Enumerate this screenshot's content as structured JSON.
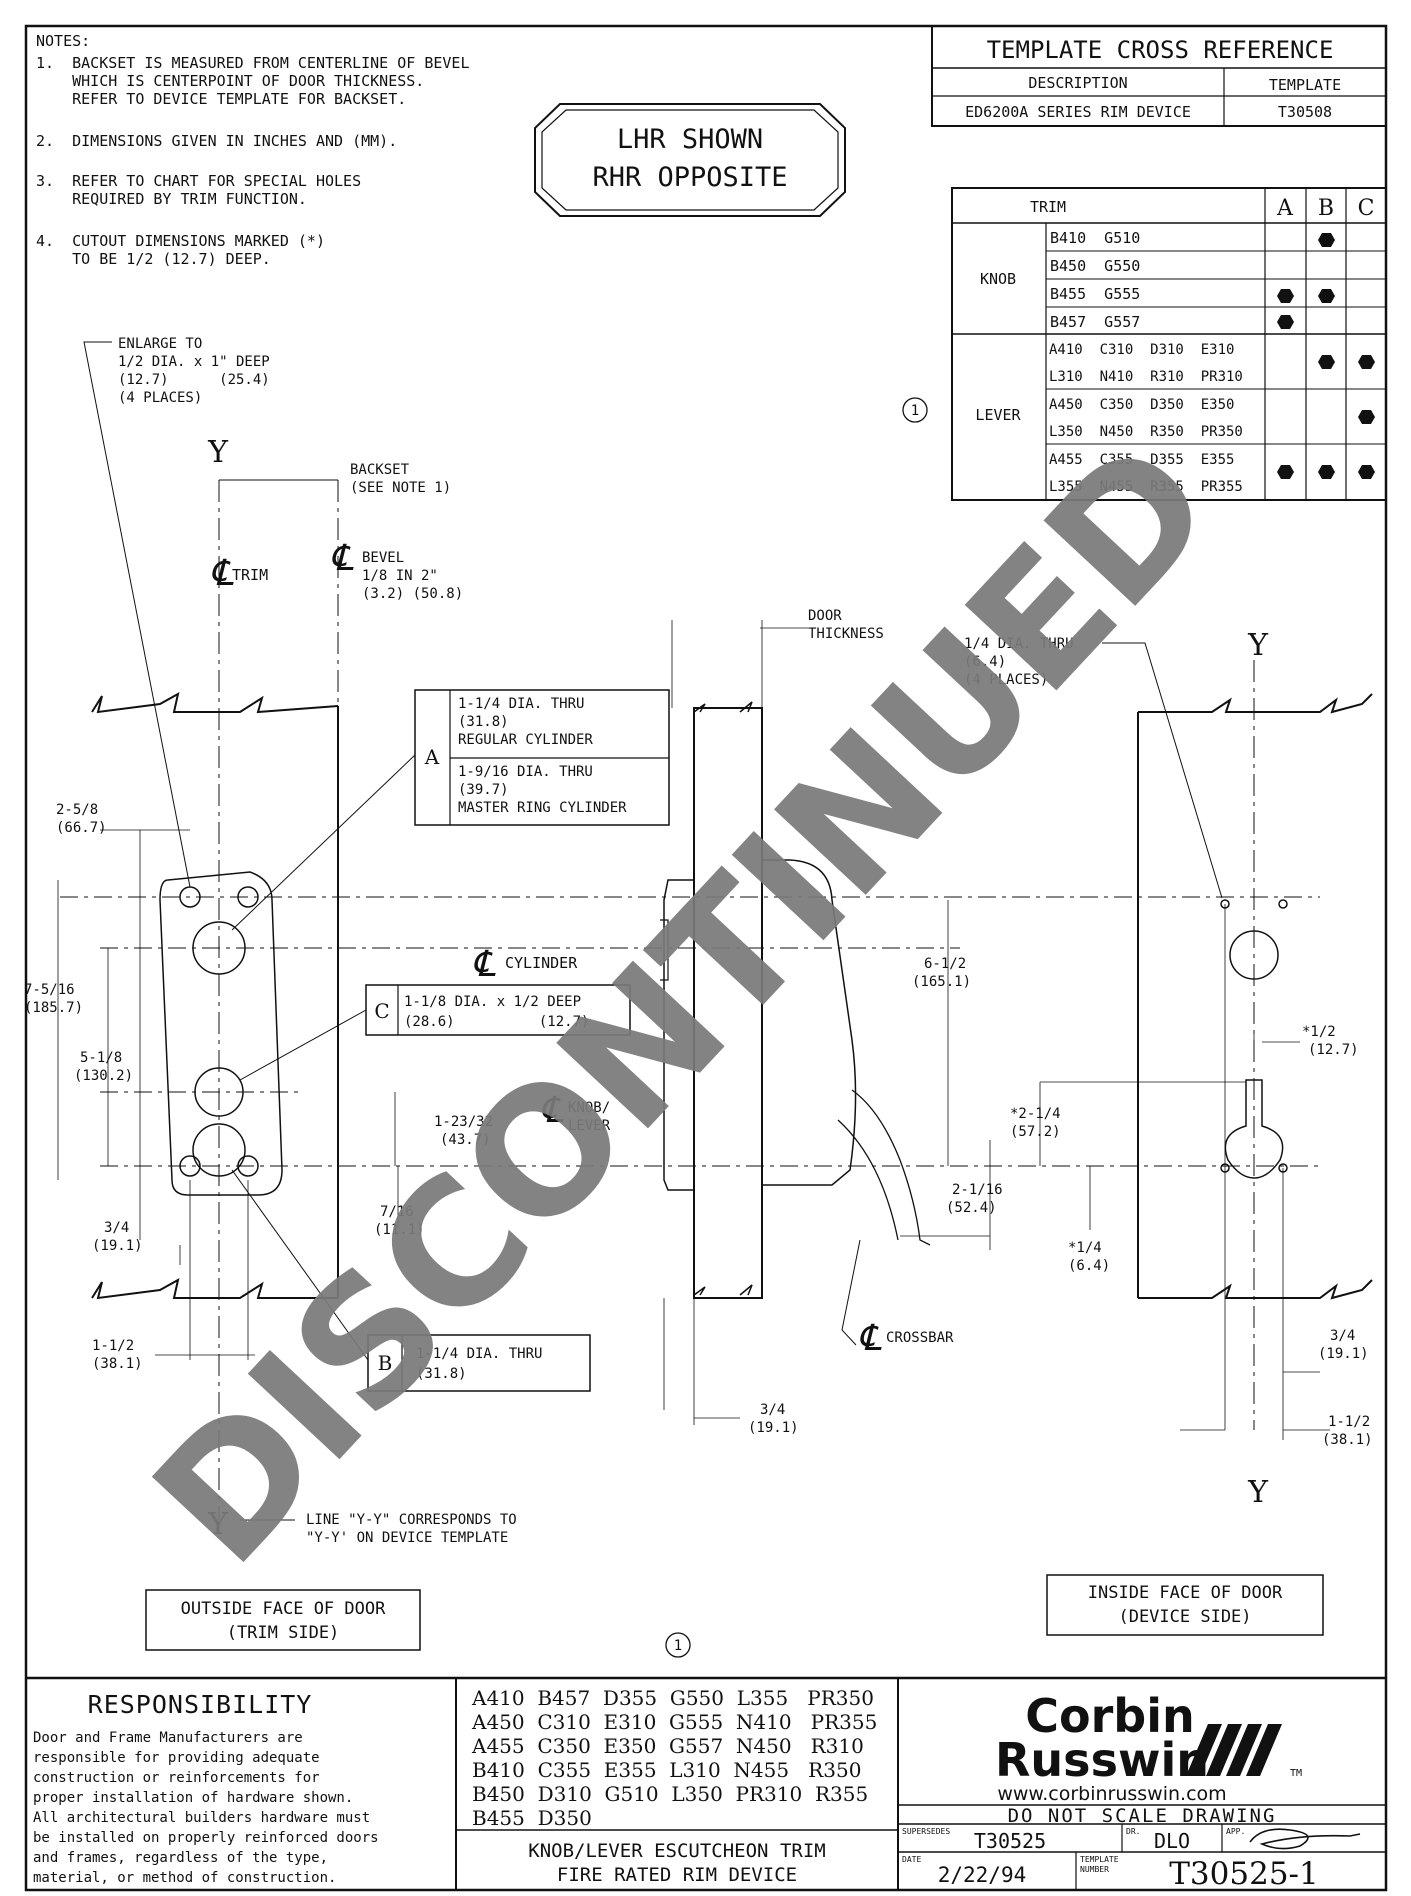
{
  "notes": {
    "header": "NOTES:",
    "lines": [
      "1.  BACKSET IS MEASURED FROM CENTERLINE OF BEVEL",
      "    WHICH IS CENTERPOINT OF DOOR THICKNESS.",
      "    REFER TO DEVICE TEMPLATE FOR BACKSET.",
      "2.  DIMENSIONS GIVEN IN INCHES AND (MM).",
      "3.  REFER TO CHART FOR SPECIAL HOLES",
      "    REQUIRED BY TRIM FUNCTION.",
      "4.  CUTOUT DIMENSIONS MARKED (*)",
      "    TO BE 1/2 (12.7) DEEP."
    ]
  },
  "hand_badge": {
    "line1": "LHR SHOWN",
    "line2": "RHR OPPOSITE"
  },
  "cross_reference": {
    "title": "TEMPLATE CROSS REFERENCE",
    "col_description": "DESCRIPTION",
    "col_template": "TEMPLATE",
    "row_description": "ED6200A SERIES RIM DEVICE",
    "row_template": "T30508"
  },
  "trim_table": {
    "header_trim": "TRIM",
    "col_a": "A",
    "col_b": "B",
    "col_c": "C",
    "knob_label": "KNOB",
    "lever_label": "LEVER",
    "knob_rows": [
      "B410  G510",
      "B450  G550",
      "B455  G555",
      "B457  G557"
    ],
    "lever_rows": [
      "A410  C310  D310  E310",
      "L310  N410  R310  PR310",
      "A450  C350  D350  E350",
      "L350  N450  R350  PR350",
      "A455  C355  D355  E355",
      "L355  N455  R355  PR355"
    ]
  },
  "revision_marker": "1",
  "drawing_labels": {
    "enlarge": [
      "ENLARGE TO",
      "1/2 DIA. x 1\" DEEP",
      "(12.7)      (25.4)",
      "(4 PLACES)"
    ],
    "y_axis": "Y",
    "backset": [
      "BACKSET",
      "(SEE NOTE 1)"
    ],
    "cl_trim": "TRIM",
    "bevel": [
      "BEVEL",
      "1/8 IN 2\"",
      "(3.2) (50.8)"
    ],
    "door_thickness": [
      "DOOR",
      "THICKNESS"
    ],
    "quarter_dia": [
      "1/4 DIA. THRU",
      "(6.4)",
      "(4 PLACES)"
    ],
    "callout_a_letter": "A",
    "callout_a_1": [
      "1-1/4 DIA. THRU",
      "(31.8)",
      "REGULAR CYLINDER"
    ],
    "callout_a_2": [
      "1-9/16 DIA. THRU",
      "(39.7)",
      "MASTER RING CYLINDER"
    ],
    "callout_b_letter": "B",
    "callout_b": [
      "1-1/4 DIA. THRU",
      "(31.8)"
    ],
    "callout_c_letter": "C",
    "callout_c": [
      "1-1/8 DIA. x 1/2 DEEP",
      "(28.6)          (12.7)"
    ],
    "dim_2_5_8": [
      "2-5/8",
      "(66.7)"
    ],
    "dim_7_5_16": [
      "7-5/16",
      "(185.7)"
    ],
    "dim_5_1_8": [
      "5-1/8",
      "(130.2)"
    ],
    "dim_1_23_32": [
      "1-23/32",
      "(43.7)"
    ],
    "dim_7_16": [
      "7/16",
      "(11.1)"
    ],
    "dim_3_4_left": [
      "3/4",
      "(19.1)"
    ],
    "dim_1_1_2_left": [
      "1-1/2",
      "(38.1)"
    ],
    "cl_cylinder": "CYLINDER",
    "cl_knob": [
      "KNOB/",
      "LEVER"
    ],
    "dim_6_1_2": [
      "6-1/2",
      "(165.1)"
    ],
    "dim_2_1_16": [
      "2-1/16",
      "(52.4)"
    ],
    "cl_crossbar": "CROSSBAR",
    "dim_3_4_mid": [
      "3/4",
      "(19.1)"
    ],
    "dim_half": [
      "*1/2",
      "(12.7)"
    ],
    "dim_2_1_4": [
      "*2-1/4",
      "(57.2)"
    ],
    "dim_1_4": [
      "*1/4",
      "(6.4)"
    ],
    "dim_3_4_right": [
      "3/4",
      "(19.1)"
    ],
    "dim_1_1_2_right": [
      "1-1/2",
      "(38.1)"
    ],
    "line_yy": [
      "LINE \"Y-Y\" CORRESPONDS TO",
      "\"Y-Y' ON DEVICE TEMPLATE"
    ],
    "outside_face": [
      "OUTSIDE FACE OF DOOR",
      "(TRIM SIDE)"
    ],
    "inside_face": [
      "INSIDE FACE OF DOOR",
      "(DEVICE SIDE)"
    ]
  },
  "watermark": "DISCONTINUED",
  "responsibility": {
    "title": "RESPONSIBILITY",
    "lines": [
      "Door and Frame Manufacturers are",
      "responsible for providing adequate",
      "construction or reinforcements for",
      "proper installation of hardware shown.",
      "All architectural builders hardware must",
      "be installed on properly reinforced doors",
      "and frames, regardless of the type,",
      "material, or method of construction."
    ]
  },
  "model_list": [
    "A410  B457  D355  G550  L355   PR350",
    "A450  C310  E310  G555  N410   PR355",
    "A455  C350  E350  G557  N450   R310",
    "B410  C355  E355  L310  N455   R350",
    "B450  D310  G510  L350  PR310  R355",
    "B455  D350"
  ],
  "product_title": [
    "KNOB/LEVER ESCUTCHEON TRIM",
    "FIRE RATED RIM DEVICE"
  ],
  "brand": {
    "line1": "Corbin",
    "line2": "Russwin",
    "tm": "TM",
    "url": "www.corbinrusswin.com"
  },
  "title_block": {
    "do_not_scale": "DO NOT SCALE DRAWING",
    "supersedes_label": "SUPERSEDES",
    "supersedes": "T30525",
    "dr_label": "DR.",
    "dr": "DLO",
    "app_label": "APP.",
    "date_label": "DATE",
    "date": "2/22/94",
    "template_label": [
      "TEMPLATE",
      "NUMBER"
    ],
    "template_number": "T30525-1"
  }
}
